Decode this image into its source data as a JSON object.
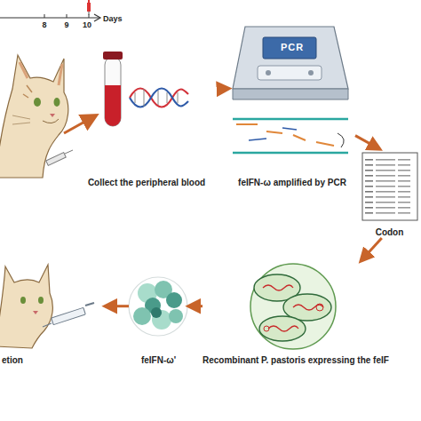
{
  "diagram": {
    "nodes": [
      {
        "text": [
          "Collect the peripheral blood"
        ]
      },
      {
        "text": [
          "PCR",
          "feIFN-ω amplified by PCR"
        ]
      },
      {
        "text": [
          "Codon"
        ]
      },
      {
        "text": [
          "Recombinant P. pastoris expressing the feIF"
        ]
      },
      {
        "text": [
          "feIFN-ω'"
        ]
      },
      {
        "text": [
          "etion"
        ]
      }
    ],
    "edges": [
      {
        "from": 0,
        "to": 1,
        "arrow": "to"
      },
      {
        "from": 1,
        "to": 2,
        "arrow": "to"
      },
      {
        "from": 2,
        "to": 3,
        "arrow": "to"
      },
      {
        "from": 3,
        "to": 4,
        "arrow": "to"
      },
      {
        "from": 4,
        "to": 5,
        "arrow": "to"
      }
    ],
    "labels": [
      "8",
      "9",
      "10",
      "Days"
    ]
  }
}
